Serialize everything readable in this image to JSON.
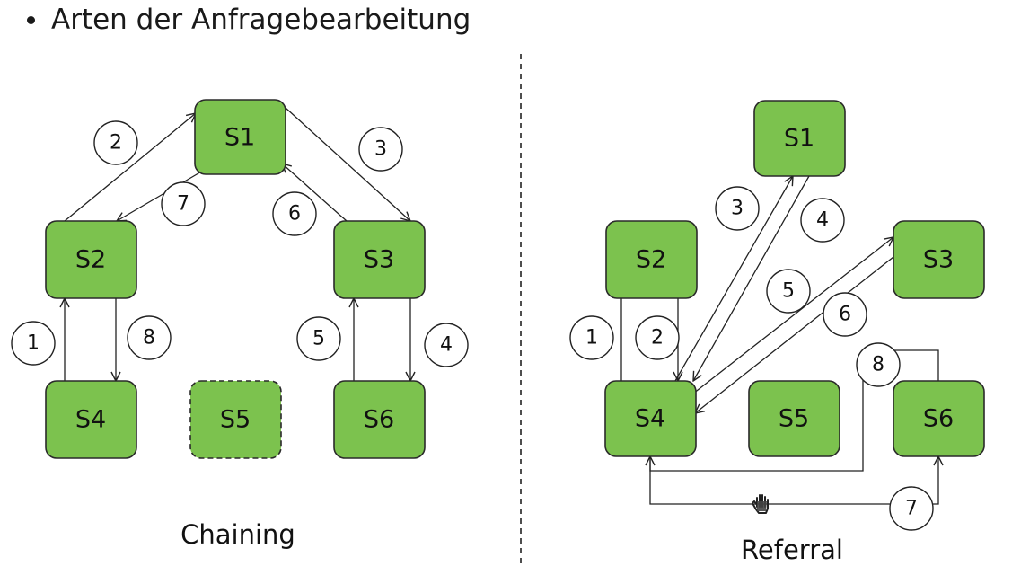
{
  "header": {
    "title": "Arten der Anfragebearbeitung"
  },
  "chaining": {
    "caption": "Chaining",
    "nodes": {
      "s1": "S1",
      "s2": "S2",
      "s3": "S3",
      "s4": "S4",
      "s5": "S5",
      "s6": "S6"
    },
    "steps": [
      "1",
      "2",
      "3",
      "4",
      "5",
      "6",
      "7",
      "8"
    ]
  },
  "referral": {
    "caption": "Referral",
    "nodes": {
      "s1": "S1",
      "s2": "S2",
      "s3": "S3",
      "s4": "S4",
      "s5": "S5",
      "s6": "S6"
    },
    "steps": [
      "1",
      "2",
      "3",
      "4",
      "5",
      "6",
      "7",
      "8"
    ]
  },
  "icons": {
    "cursor": "hand-cursor-icon"
  }
}
